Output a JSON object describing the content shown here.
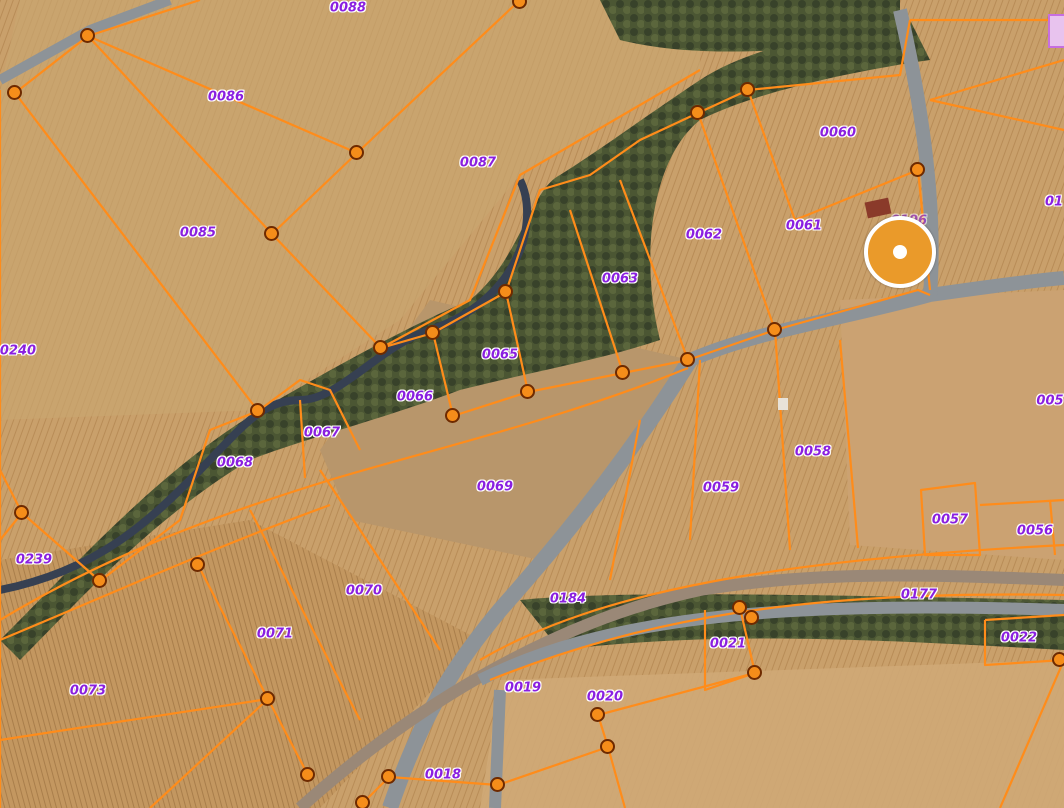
{
  "map": {
    "parcels": [
      "0088",
      "0086",
      "0087",
      "0085",
      "0060",
      "0061",
      "0062",
      "0063",
      "0065",
      "0066",
      "0067",
      "0068",
      "0069",
      "0240",
      "0058",
      "0059",
      "0057",
      "0056",
      "0070",
      "0071",
      "0073",
      "0239",
      "0184",
      "0177",
      "0021",
      "0022",
      "0019",
      "0020",
      "0018",
      "0196",
      "01",
      "005"
    ],
    "colors": {
      "field": "#c8a069",
      "parcel_boundary": "#ff8c1a",
      "road": "#8e9499",
      "forest": "#3f4a2c",
      "label": "#8a1fe0",
      "vertex": "#f58d1a",
      "marker": "#ea9a2a"
    },
    "icons": [
      "location-marker-icon",
      "vertex-point-icon"
    ]
  }
}
